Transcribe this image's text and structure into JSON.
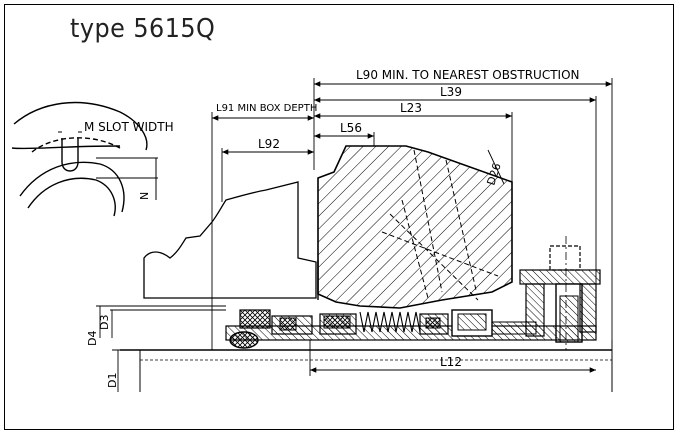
{
  "title": "type 5615Q",
  "dimensions": {
    "l90": "L90 MIN. TO NEAREST OBSTRUCTION",
    "l39": "L39",
    "l91": "L91 MIN BOX DEPTH",
    "l23": "L23",
    "l56": "L56",
    "l92": "L92",
    "d26": "D26",
    "l12": "L12",
    "d4": "D4",
    "d3": "D3",
    "d1": "D1",
    "m_slot": "M SLOT WIDTH",
    "n": "N"
  },
  "colors": {
    "line": "#000000",
    "background": "#ffffff"
  }
}
